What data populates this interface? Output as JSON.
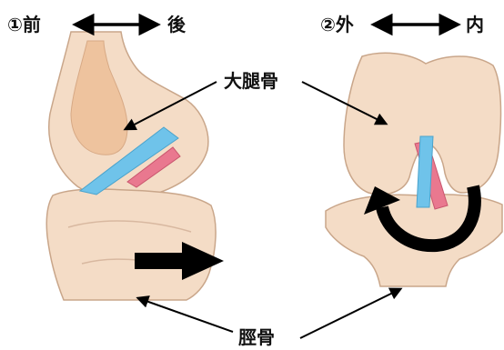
{
  "panel1": {
    "label": "①前",
    "axis_end_label": "後"
  },
  "panel2": {
    "label": "②外",
    "axis_end_label": "内"
  },
  "labels": {
    "femur": "大腿骨",
    "tibia": "脛骨"
  },
  "colors": {
    "bone_fill": "#f4dcc6",
    "bone_stroke": "#c9a68a",
    "femur_inner": "#eec39e",
    "ligament_blue": "#6fc3ea",
    "ligament_red": "#e9788f",
    "arrow": "#000000"
  }
}
